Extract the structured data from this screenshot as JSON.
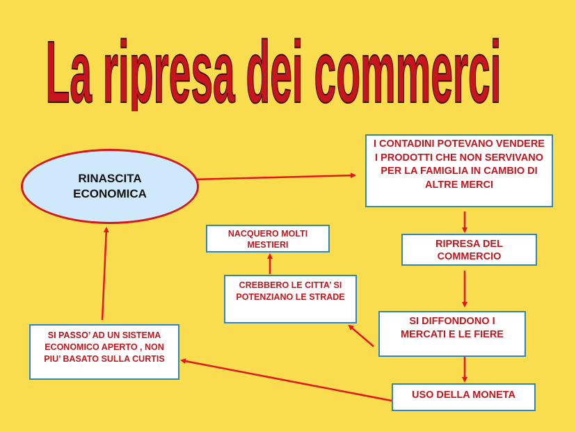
{
  "title": "La ripresa dei commerci",
  "colors": {
    "background": "#f9dd4f",
    "title": "#c8141c",
    "arrow": "#e8141c",
    "box_border": "#2f86b8",
    "ellipse_fill": "#cfe9fb",
    "text": "#c4141c"
  },
  "nodes": {
    "rinascita": "RINASCITA ECONOMICA",
    "contadini": "I CONTADINI POTEVANO VENDERE I PRODOTTI CHE NON SERVIVANO PER LA FAMIGLIA IN CAMBIO DI ALTRE MERCI",
    "ripresa": "RIPRESA DEL COMMERCIO",
    "mercati": "SI DIFFONDONO I MERCATI E LE FIERE",
    "moneta": "USO DELLA MONETA",
    "citta": "CREBBERO LE CITTA’ SI POTENZIANO LE STRADE",
    "mestieri": "NACQUERO MOLTI MESTIERI",
    "passo_bold": "SI PASSO’",
    "passo_rest": " AD UN SISTEMA ECONOMICO APERTO , NON PIU’ BASATO SULLA CURTIS"
  }
}
